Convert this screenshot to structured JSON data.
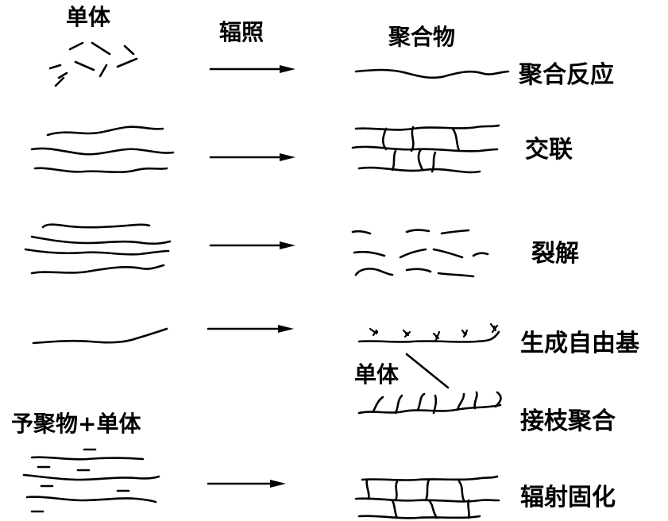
{
  "headers": {
    "monomer": "单体",
    "irradiation": "辐照",
    "polymer": "聚合物"
  },
  "rows": [
    {
      "label": "聚合反应"
    },
    {
      "label": "交联"
    },
    {
      "label": "裂解"
    },
    {
      "label": "生成自由基"
    },
    {
      "label": "接枝聚合"
    },
    {
      "label": "辐射固化"
    }
  ],
  "inline_labels": {
    "graft_monomer": "单体",
    "prepolymer_monomer": "予聚物+单体"
  }
}
